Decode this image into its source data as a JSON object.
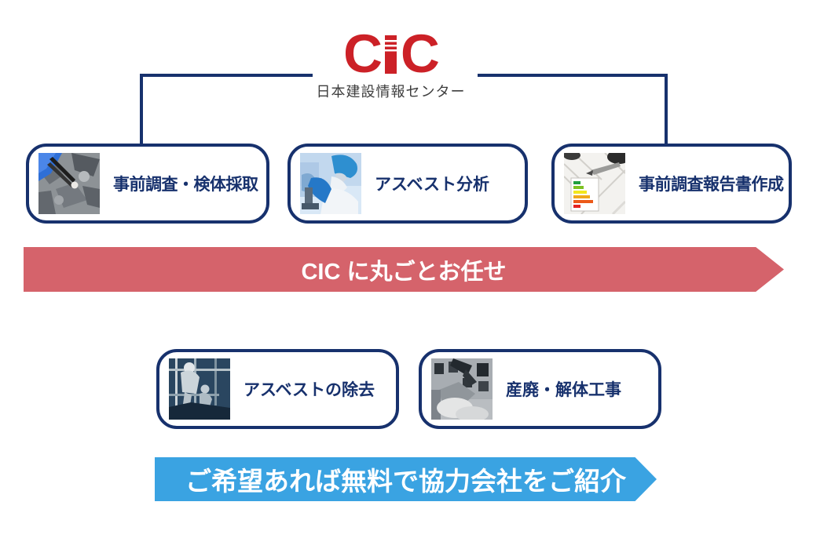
{
  "logo": {
    "text": "CIC",
    "letter_first": "C",
    "letter_last": "C",
    "subtitle": "日本建設情報センター",
    "color": "#cc2127",
    "subtitle_color": "#3e3e3e"
  },
  "top_services": [
    {
      "label": "事前調査・検体採取",
      "photo": "asbestos-sampling-photo"
    },
    {
      "label": "アスベスト分析",
      "photo": "asbestos-analysis-photo"
    },
    {
      "label": "事前調査報告書作成",
      "photo": "survey-report-photo"
    }
  ],
  "red_banner": {
    "text": "CIC に丸ごとお任せ",
    "background": "#d5636b",
    "text_color": "#ffffff"
  },
  "bottom_services": [
    {
      "label": "アスベストの除去",
      "photo": "asbestos-removal-photo"
    },
    {
      "label": "産廃・解体工事",
      "photo": "demolition-photo"
    }
  ],
  "blue_banner": {
    "text": "ご希望あれば無料で協力会社をご紹介",
    "background": "#3aa3e2",
    "text_color": "#ffffff"
  },
  "theme": {
    "box_border": "#17316d",
    "box_text": "#17316d",
    "connector": "#17316d",
    "background": "#ffffff"
  }
}
